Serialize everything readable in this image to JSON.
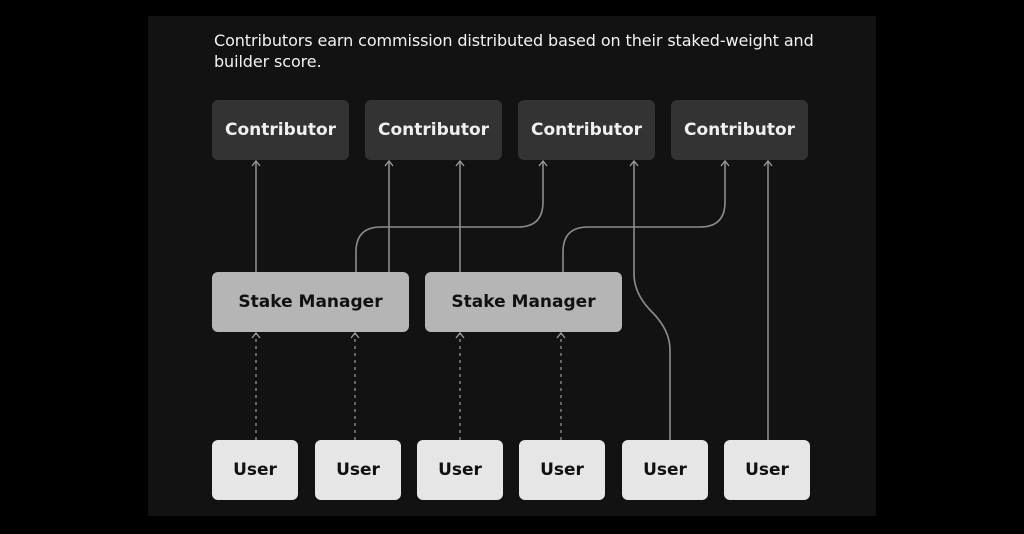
{
  "caption": "Contributors earn commission distributed based on their staked-weight and builder score.",
  "contributors": [
    {
      "label": "Contributor"
    },
    {
      "label": "Contributor"
    },
    {
      "label": "Contributor"
    },
    {
      "label": "Contributor"
    }
  ],
  "stake_managers": [
    {
      "label": "Stake Manager"
    },
    {
      "label": "Stake Manager"
    }
  ],
  "users": [
    {
      "label": "User"
    },
    {
      "label": "User"
    },
    {
      "label": "User"
    },
    {
      "label": "User"
    },
    {
      "label": "User"
    },
    {
      "label": "User"
    }
  ],
  "colors": {
    "background": "#000000",
    "panel": "#121212",
    "contributor_box": "#333333",
    "stake_manager_box": "#b5b5b5",
    "user_box": "#e6e6e6",
    "connector": "#8c8c8c"
  }
}
